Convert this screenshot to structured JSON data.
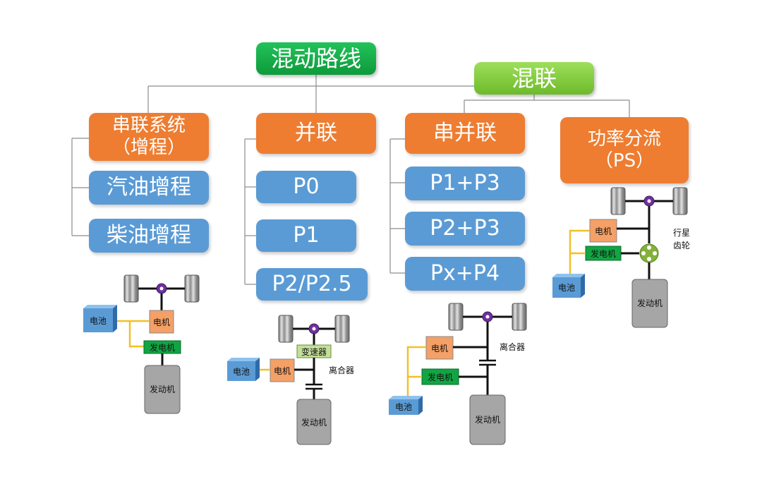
{
  "root": "混动路线",
  "hybrid": "混联",
  "series": {
    "title_line1": "串联系统",
    "title_line2": "（增程）",
    "items": [
      "汽油增程",
      "柴油增程"
    ]
  },
  "parallel": {
    "title": "并联",
    "items": [
      "P0",
      "P1",
      "P2/P2.5"
    ]
  },
  "series_parallel": {
    "title": "串并联",
    "items": [
      "P1+P3",
      "P2+P3",
      "Px+P4"
    ]
  },
  "power_split": {
    "title_line1": "功率分流",
    "title_line2": "（PS）"
  },
  "labels": {
    "battery": "电池",
    "motor": "电机",
    "generator": "发电机",
    "engine": "发动机",
    "gearbox": "变速器",
    "clutch": "离合器",
    "planetary_line1": "行星",
    "planetary_line2": "齿轮"
  },
  "colors": {
    "orange": "#ee7d31",
    "blue": "#5b9bd5",
    "green": "#12a543",
    "light_green": "#84cc3f",
    "purple": "#7030a0",
    "yellow": "#f2c029",
    "gray": "#a6a6a6"
  }
}
